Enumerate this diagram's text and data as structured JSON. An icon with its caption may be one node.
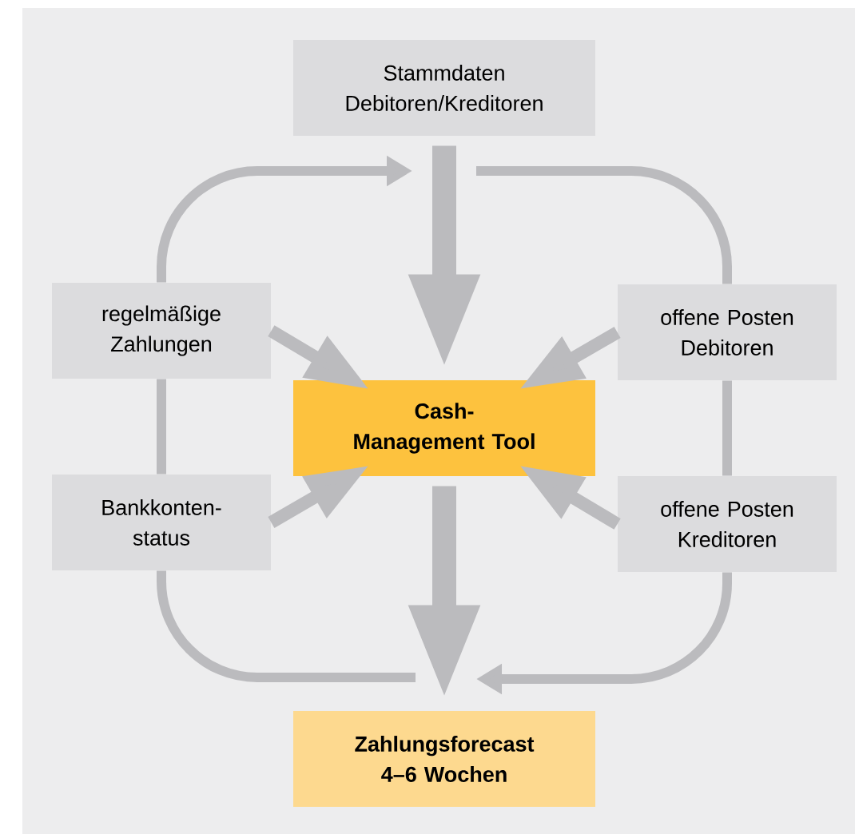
{
  "diagram": {
    "nodes": [
      {
        "text": [
          "Stammdaten Debitoren/Kreditoren"
        ]
      },
      {
        "text": [
          "regelmäßige Zahlungen"
        ]
      },
      {
        "text": [
          "offene Posten Debitoren"
        ]
      },
      {
        "text": [
          "Cash-Management Tool"
        ]
      },
      {
        "text": [
          "Bankkonten-status"
        ]
      },
      {
        "text": [
          "offene Posten Kreditoren"
        ]
      },
      {
        "text": [
          "Zahlungsforecast 4–6 Wochen"
        ]
      }
    ],
    "edges": [
      {
        "from": 0,
        "to": 3,
        "arrow": "to",
        "style": "thick"
      },
      {
        "from": 1,
        "to": 3,
        "arrow": "to"
      },
      {
        "from": 2,
        "to": 3,
        "arrow": "to"
      },
      {
        "from": 4,
        "to": 3,
        "arrow": "to"
      },
      {
        "from": 5,
        "to": 3,
        "arrow": "to"
      },
      {
        "from": 3,
        "to": 6,
        "arrow": "to",
        "style": "thick"
      },
      {
        "from": 1,
        "to": null,
        "arrow": "to"
      },
      {
        "from": 1,
        "to": 4,
        "arrow": "none"
      },
      {
        "from": 4,
        "to": null,
        "arrow": "none"
      },
      {
        "from": null,
        "to": 2,
        "arrow": "none"
      },
      {
        "from": 2,
        "to": 5,
        "arrow": "none"
      },
      {
        "from": 5,
        "to": null,
        "arrow": "to"
      }
    ]
  }
}
